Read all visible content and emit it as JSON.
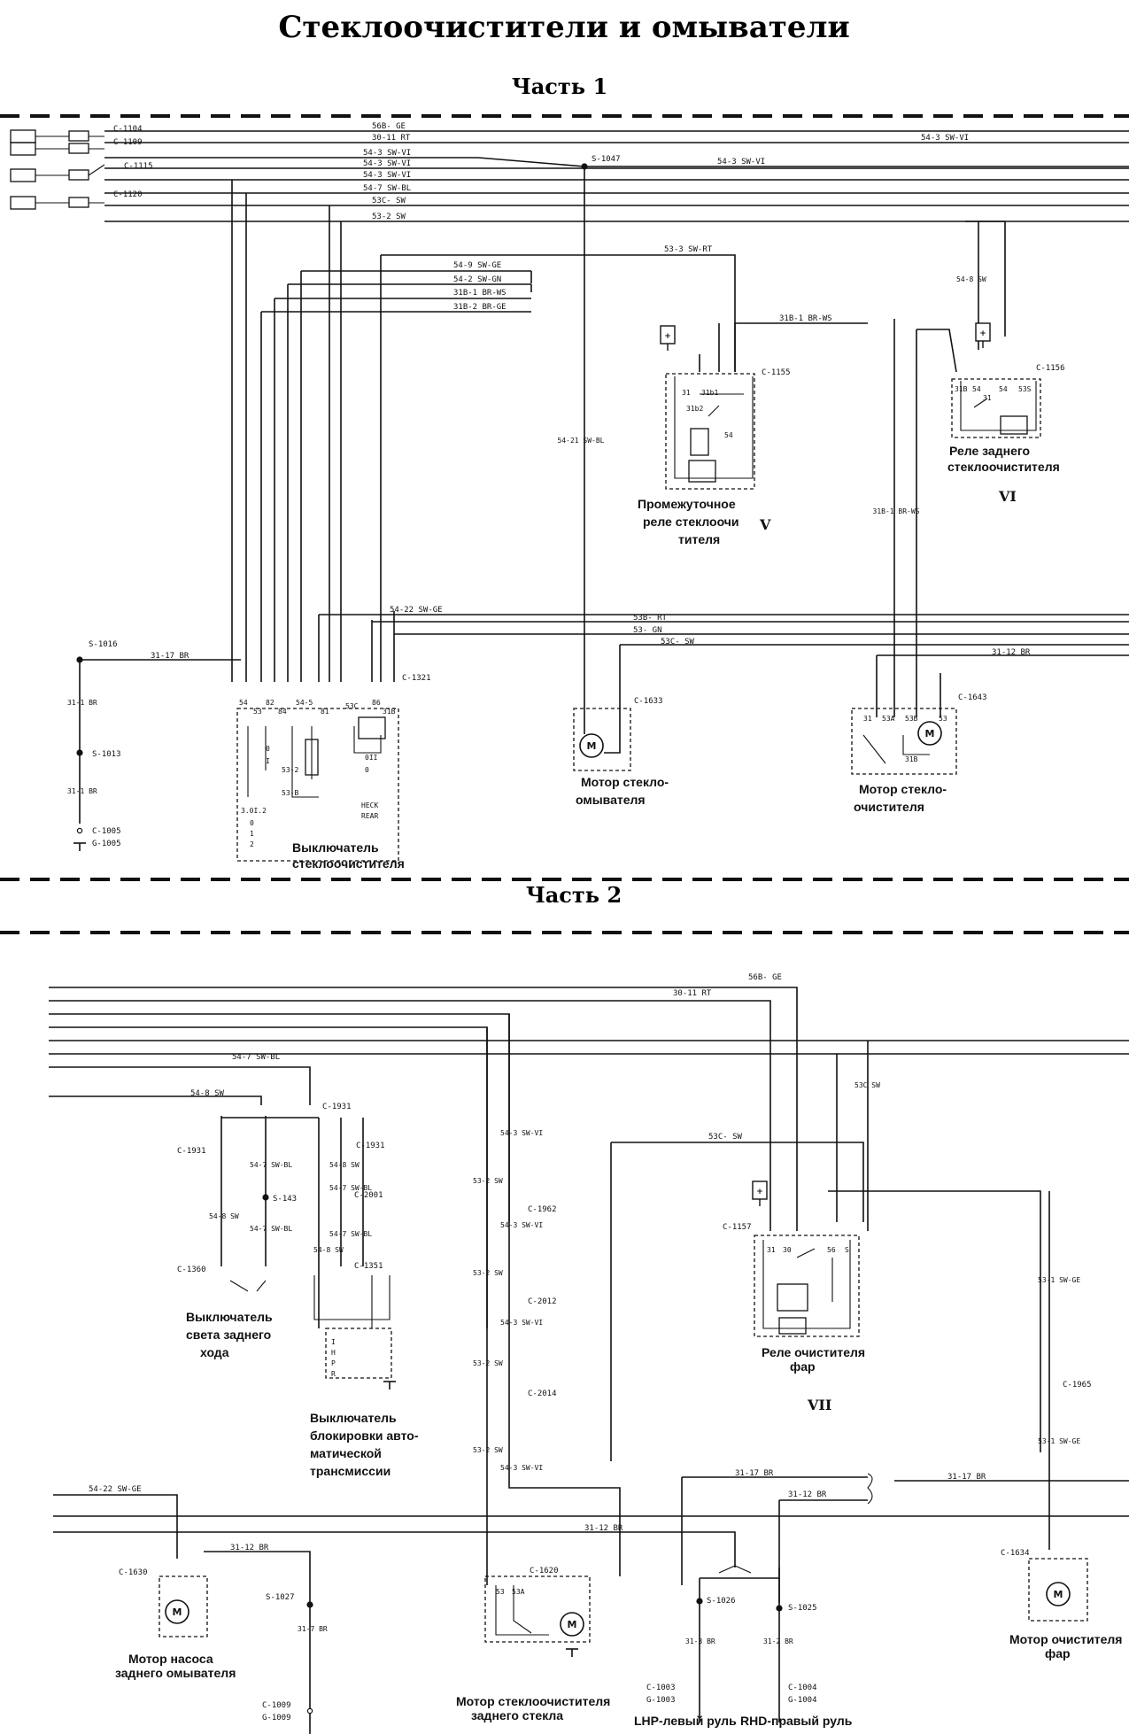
{
  "title": "Стеклоочистители и омыватели",
  "part1": {
    "heading": "Часть 1"
  },
  "part2": {
    "heading": "Часть 2"
  },
  "connectors_left": [
    "C-1104",
    "C-1109",
    "C-1115",
    "C-1120"
  ],
  "part1_wires": {
    "w1": "56B- GE",
    "w2": "30-11 RT",
    "w3": "54-3 SW-VI",
    "w4": "54-3 SW-VI",
    "w5": "54-3 SW-VI",
    "w6": "54-7 SW-BL",
    "w7": "53C- SW",
    "w8": "53-2 SW",
    "w3_right": "54-3 SW-VI",
    "w4_mid": "54-3 SW-VI",
    "splice": "S-1047",
    "bus1": "53-3 SW-RT",
    "bus2": "54-9 SW-GE",
    "bus3": "54-2 SW-GN",
    "bus4": "31B-1 BR-WS",
    "bus5": "31B-2 BR-GE",
    "bus4_right": "31B-1 BR-WS",
    "relay6_in": "54-8 SW",
    "vert1": "54-21 SW-BL",
    "vert2": "31B-1 BR-WS",
    "low1": "54-22 SW-GE",
    "low2": "53B- RT",
    "low3": "53- GN",
    "low4": "53C- SW",
    "ground_left": "31-17 BR",
    "ground_right": "31-12 BR",
    "g_left1": "31-1 BR",
    "g_left2": "31-1 BR"
  },
  "part1_components": {
    "s1016": "S-1016",
    "s1013": "S-1013",
    "c1005": "C-1005",
    "g1005": "G-1005",
    "c1321": "C-1321",
    "c1633": "C-1633",
    "c1643": "C-1643",
    "c1155": "C-1155",
    "c1156": "C-1156",
    "relay5_lines": [
      "Промежуточное",
      "реле стеклоочи",
      "тителя"
    ],
    "relay5_num": "V",
    "relay6_lines": [
      "Реле заднего",
      "стеклоочистителя"
    ],
    "relay6_num": "VI",
    "washer_motor": [
      "Мотор стекло-",
      "омывателя"
    ],
    "wiper_motor": [
      "Мотор стекло-",
      "очистителя"
    ],
    "wiper_switch": [
      "Выключатель",
      "стеклоочистителя"
    ],
    "switch_pins": [
      "54",
      "53",
      "82",
      "84",
      "54-5",
      "81",
      "53C",
      "86",
      "31B"
    ],
    "switch_labels": [
      "0",
      "I",
      "53-2",
      "53-B",
      "3.0I.2",
      "0",
      "1",
      "2",
      "0II",
      "0",
      "HECK",
      "REAR"
    ],
    "relay5_pins": [
      "31",
      "31b1",
      "31b2",
      "54"
    ],
    "relay6_pins": [
      "31B",
      "54",
      "31",
      "54",
      "53S"
    ],
    "motor_pins": [
      "31",
      "53A",
      "53B",
      "53",
      "31B"
    ]
  },
  "part2_wires": {
    "w1": "56B- GE",
    "w2": "30-11 RT",
    "w3": "54-7 SW-BL",
    "w4": "54-8 SW",
    "w5": "53C- SW",
    "w6": "53C SW",
    "v1": "54-3 SW-VI",
    "v2": "53-2 SW",
    "v3": "54-3 SW-VI",
    "v4": "53-2 SW",
    "v5": "54-3 SW-VI",
    "v6": "53-2 SW",
    "v7": "54-3 SW-VI",
    "v8": "53-2 SW",
    "r1": "53-1 SW-GE",
    "r2": "53-1 SW-GE",
    "low1": "54-22 SW-GE",
    "low2": "31-12 BR",
    "low3": "31-17 BR",
    "low4": "31-17 BR",
    "low5": "31-12 BR",
    "low6": "31-12 BR",
    "g1": "31-7 BR",
    "g2": "31-3 BR",
    "g3": "31-2 BR",
    "sw1": "54-7 SW-BL",
    "sw2": "54-8 SW",
    "sw3": "54-7 SW-BL",
    "sw4": "54-8 SW",
    "sw5": "54-7 SW-BL",
    "sw6": "54-8 SW",
    "sw7": "54-7 SW-BL"
  },
  "part2_components": {
    "c1931a": "C-1931",
    "c1931b": "C-1931",
    "c1931c": "C-1931",
    "s143": "S-143",
    "c2001": "C-2001",
    "c1360": "C-1360",
    "c1351": "C-1351",
    "c1962": "C-1962",
    "c2012": "C-2012",
    "c2014": "C-2014",
    "c1157": "C-1157",
    "c1965": "C-1965",
    "c1630": "C-1630",
    "s1027": "S-1027",
    "c1009": "C-1009",
    "g1009": "G-1009",
    "c1620": "C-1620",
    "s1026": "S-1026",
    "s1025": "S-1025",
    "c1003": "C-1003",
    "g1003": "G-1003",
    "c1004": "C-1004",
    "g1004": "G-1004",
    "c1634": "C-1634",
    "reverse_switch": [
      "Выключатель",
      "света заднего",
      "хода"
    ],
    "trans_switch": [
      "Выключатель",
      "блокировки авто-",
      "матической",
      "трансмиссии"
    ],
    "headlamp_relay": [
      "Реле очистителя",
      "фар"
    ],
    "headlamp_relay_num": "VII",
    "rear_pump": [
      "Мотор насоса",
      "заднего омывателя"
    ],
    "rear_wiper": [
      "Мотор стеклоочистителя",
      "заднего стекла"
    ],
    "headlamp_motor": [
      "Мотор очистителя",
      "фар"
    ],
    "lhp": "LHP-левый руль",
    "rhd": "RHD-правый руль",
    "trans_letters": [
      "I",
      "H",
      "P",
      "R"
    ],
    "relay7_pins": [
      "31",
      "30",
      "56",
      "S"
    ],
    "rw_pins": [
      "53",
      "53A"
    ]
  },
  "colors": {
    "ink": "#111111",
    "paper": "#ffffff"
  },
  "icons": [
    "battery-icon",
    "motor-icon",
    "ground-icon",
    "relay-coil-icon",
    "splice-icon"
  ]
}
